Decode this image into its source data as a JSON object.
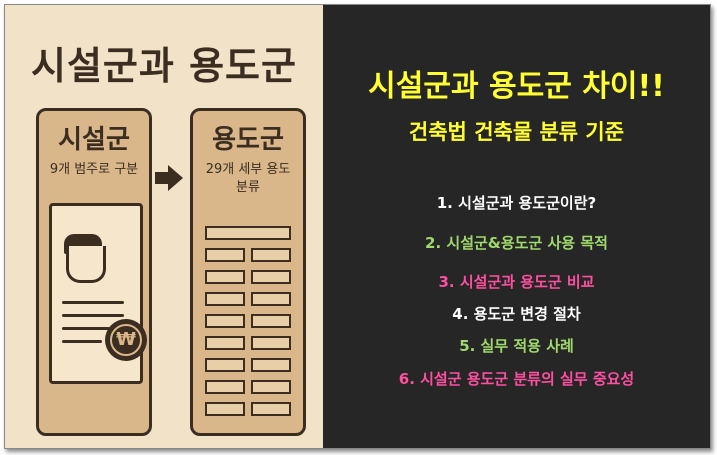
{
  "left_panel": {
    "title": "시설군과 용도군",
    "card_facility": {
      "title": "시설군",
      "subtitle": "9개 범주로 구분",
      "coin_symbol": "₩"
    },
    "card_use": {
      "title": "용도군",
      "subtitle_line1": "29개 세부 용도",
      "subtitle_line2": "분류"
    },
    "colors": {
      "background": "#f2e2c8",
      "card": "#d9b78a",
      "ink": "#3b2e20"
    }
  },
  "right_panel": {
    "title": "시설군과 용도군 차이!!",
    "subtitle": "건축법 건축물 분류 기준",
    "toc": [
      {
        "text": "1. 시설군과 용도군이란?",
        "color": "#ffffff"
      },
      {
        "text": "2. 시설군&용도군 사용 목적",
        "color": "#9fd86b"
      },
      {
        "text": "3. 시설군과 용도군 비교",
        "color": "#ff4fa0"
      },
      {
        "text": "4. 용도군 변경 절차",
        "color": "#ffffff"
      },
      {
        "text": "5. 실무 적용 사례",
        "color": "#9fd86b"
      },
      {
        "text": "6. 시설군 용도군 분류의 실무 중요성",
        "color": "#ff4fa0"
      }
    ],
    "colors": {
      "background": "#262626",
      "title": "#ffff33"
    }
  }
}
